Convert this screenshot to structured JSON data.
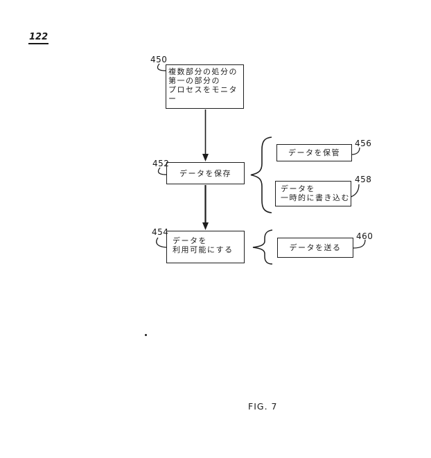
{
  "figure": {
    "page_ref": "122",
    "caption": "FIG. 7"
  },
  "boxes": {
    "b450": {
      "ref": "450",
      "line1": "複数部分の処分の",
      "line2": "第一の部分の",
      "line3": "プロセスをモニター"
    },
    "b452": {
      "ref": "452",
      "line1": "データを保存"
    },
    "b454": {
      "ref": "454",
      "line1": "データを",
      "line2": "利用可能にする"
    },
    "b456": {
      "ref": "456",
      "line1": "データを保管"
    },
    "b458": {
      "ref": "458",
      "line1": "データを",
      "line2": "一時的に書き込む"
    },
    "b460": {
      "ref": "460",
      "line1": "データを送る"
    }
  }
}
